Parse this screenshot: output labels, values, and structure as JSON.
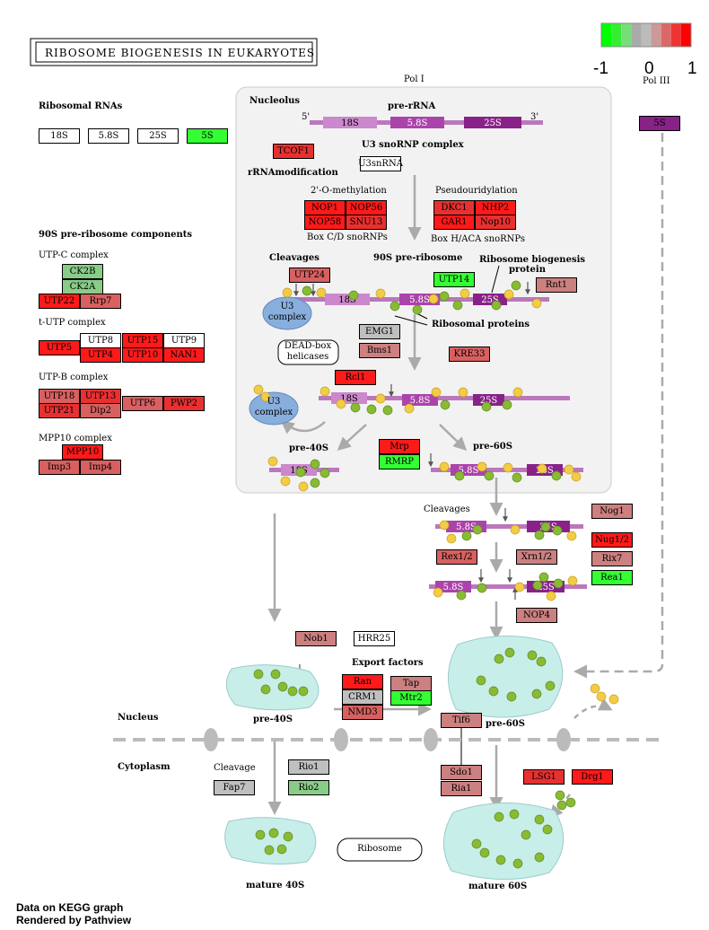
{
  "title": "RIBOSOME BIOGENESIS IN EUKARYOTES",
  "legend": {
    "min": "-1",
    "mid": "0",
    "max": "1",
    "colors": [
      "#00ff00",
      "#33ee33",
      "#77dd77",
      "#aaaaaa",
      "#bbbbbb",
      "#cc9999",
      "#dd6666",
      "#ee3333",
      "#ff0000"
    ]
  },
  "colors": {
    "red": "#ff1a1a",
    "dark_red": "#e83030",
    "mid_red": "#d86060",
    "salmon": "#cc8080",
    "gray": "#bfbfbf",
    "green": "#33ff33",
    "light_green": "#88cc88",
    "white": "#ffffff",
    "rna_light": "#cc88cc",
    "rna_mid": "#aa44aa",
    "rna_dark": "#882288",
    "nucleolus_bg": "#f2f2f2",
    "particle_bg": "#c8eeea"
  },
  "labels": {
    "pol1": "Pol I",
    "pol3": "Pol III",
    "ribosomal_rnas": "Ribosomal RNAs",
    "nucleolus": "Nucleolus",
    "pre_rrna": "pre-rRNA",
    "five_prime": "5'",
    "three_prime": "3'",
    "u3_snornp": "U3 snoRNP  complex",
    "rrna_mod": "rRNAmodification",
    "methylation": "2'-O-methylation",
    "pseudouridylation": "Pseudouridylation",
    "box_cd": "Box C/D snoRNPs",
    "box_haca": "Box H/ACA snoRNPs",
    "comp90s": "90S pre-ribosome components",
    "utpc": "UTP-C complex",
    "tutp": "t-UTP complex",
    "utpb": "UTP-B complex",
    "mpp10c": "MPP10 complex",
    "cleavages": "Cleavages",
    "pre90s": "90S pre-ribosome",
    "rb_protein": "Ribosome biogenesis",
    "rb_protein2": "protein",
    "ribosomal_proteins": "Ribosomal proteins",
    "u3complex": "U3",
    "u3complex2": "complex",
    "deadbox": "DEAD-box",
    "deadbox2": "helicases",
    "pre40s": "pre-40S",
    "pre60s": "pre-60S",
    "cleavages2": "Cleavages",
    "export_factors": "Export factors",
    "nucleus": "Nucleus",
    "cytoplasm": "Cytoplasm",
    "cleavage": "Cleavage",
    "pre40s_b": "pre-40S",
    "pre60s_b": "pre-60S",
    "mature40s": "mature 40S",
    "mature60s": "mature 60S",
    "ribosome": "Ribosome",
    "footer1": "Data on KEGG graph",
    "footer2": "Rendered by Pathview"
  },
  "rna": {
    "s18": "18S",
    "s58": "5.8S",
    "s25": "25S",
    "s5": "5S"
  },
  "nodes": {
    "rrna_18s": "18S",
    "rrna_58s": "5.8S",
    "rrna_25s": "25S",
    "rrna_5s": "5S",
    "pol3_5s": "5S",
    "tcof1": "TCOF1",
    "u3snrna": "U3snRNA",
    "nop1": "NOP1",
    "nop56": "NOP56",
    "nop58": "NOP58",
    "snu13": "SNU13",
    "dkc1": "DKC1",
    "nhp2": "NHP2",
    "gar1": "GAR1",
    "nop10": "Nop10",
    "ck2b": "CK2B",
    "ck2a": "CK2A",
    "utp22": "UTP22",
    "rrp7": "Rrp7",
    "utp8": "UTP8",
    "utp15": "UTP15",
    "utp9": "UTP9",
    "utp5": "UTP5",
    "utp4": "UTP4",
    "utp10": "UTP10",
    "nan1": "NAN1",
    "utp18": "UTP18",
    "utp13": "UTP13",
    "utp6": "UTP6",
    "pwp2": "PWP2",
    "utp21": "UTP21",
    "dip2": "Dip2",
    "mpp10": "MPP10",
    "imp3": "Imp3",
    "imp4": "Imp4",
    "utp24": "UTP24",
    "utp14": "UTP14",
    "rrnt1": "Rnt1",
    "emg1": "EMG1",
    "bms1": "Bms1",
    "kre33": "KRE33",
    "rcl1": "Rcl1",
    "mrp": "Mrp",
    "rmrp": "RMRP",
    "nog1": "Nog1",
    "nug1": "Nug1/2",
    "rix7": "Rix7",
    "rea1": "Rea1",
    "rex12": "Rex1/2",
    "xrn12": "Xrn1/2",
    "nop4": "NOP4",
    "nob1": "Nob1",
    "hrr25": "HRR25",
    "ran": "Ran",
    "crm1": "CRM1",
    "nmd3": "NMD3",
    "tap": "Tap",
    "mtr2": "Mtr2",
    "tif6": "Tif6",
    "sdo1": "Sdo1",
    "ria1": "Ria1",
    "lsg1": "LSG1",
    "drg1": "Drg1",
    "rio1": "Rio1",
    "rio2": "Rio2",
    "fap7": "Fap7"
  }
}
